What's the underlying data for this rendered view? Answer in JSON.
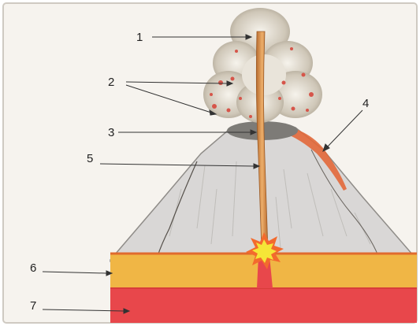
{
  "diagram": {
    "labels": [
      {
        "id": "1",
        "text": "1"
      },
      {
        "id": "2",
        "text": "2"
      },
      {
        "id": "3",
        "text": "3"
      },
      {
        "id": "4",
        "text": "4"
      },
      {
        "id": "5",
        "text": "5"
      },
      {
        "id": "6",
        "text": "6"
      },
      {
        "id": "7",
        "text": "7"
      }
    ]
  },
  "colors": {
    "background": "#f4f1ec",
    "mountain": "#d8d6d4",
    "crater": "#7d7c78",
    "lava": "#e86a2a",
    "conduit": "#d8934f",
    "magma_chamber": "#f4e33a",
    "upper_layer": "#f0b543",
    "lower_layer": "#e8464a",
    "ash_cloud": "#c9c2b5",
    "bombs": "#d8544a"
  }
}
